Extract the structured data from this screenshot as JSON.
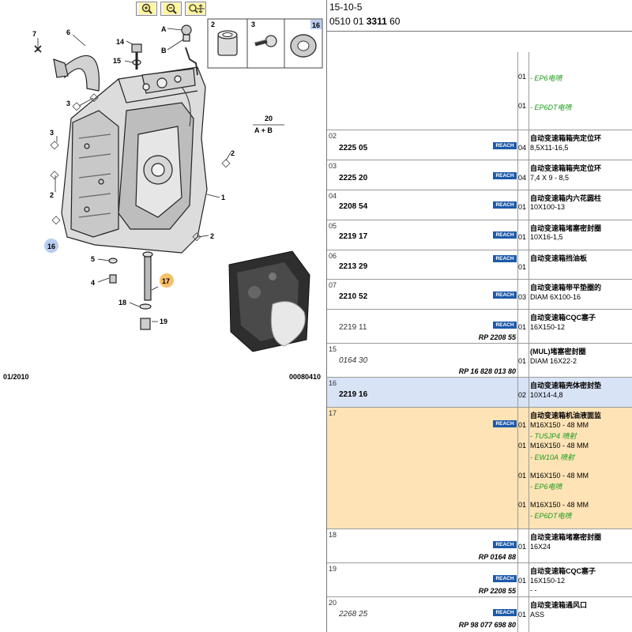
{
  "toolbar": {
    "zoom_in": "zoom-in-icon",
    "zoom_out": "zoom-out-icon",
    "fit": "fit-view-icon"
  },
  "diagram": {
    "callouts": {
      "c7": "7",
      "c6": "6",
      "c14": "14",
      "cA": "A",
      "cB": "B",
      "c15": "15",
      "c3a": "3",
      "c3b": "3",
      "c2a": "2",
      "c2b": "2",
      "c2c": "2",
      "c1": "1",
      "c16": "16",
      "c5": "5",
      "c4": "4",
      "c17": "17",
      "c18": "18",
      "c19": "19",
      "c20": "20",
      "c20sub": "A + B"
    },
    "inset_labels": [
      "2",
      "3",
      "16"
    ],
    "footer_left": "01/2010",
    "footer_right": "00080410"
  },
  "header": {
    "line1": "15-10-5",
    "line2_prefix": "0510 01 ",
    "line2_bold": "3311",
    "line2_suffix": " 60"
  },
  "reach_label": "REACH",
  "rows": [
    {
      "num": "",
      "lines": [
        {
          "qty": "01",
          "text": "- EP6电喷",
          "style": "g"
        },
        {
          "qty": "01",
          "text": "- EP6DT电喷",
          "style": "g"
        }
      ]
    },
    {
      "num": "02",
      "ref": "2225 05",
      "qty": "04",
      "reach": true,
      "title": "自动变速箱箱壳定位环",
      "detail": "8,5X11-16,5"
    },
    {
      "num": "03",
      "ref": "2225 20",
      "qty": "04",
      "reach": true,
      "title": "自动变速箱箱壳定位环",
      "detail": "7,4 X 9 - 8,5"
    },
    {
      "num": "04",
      "ref": "2208 54",
      "qty": "01",
      "reach": true,
      "title": "自动变速箱内六花圆柱",
      "detail": "10X100-13"
    },
    {
      "num": "05",
      "ref": "2219 17",
      "qty": "01",
      "reach": true,
      "title": "自动变速箱堵塞密封圈",
      "detail": "10X16-1,5"
    },
    {
      "num": "06",
      "ref": "2213 29",
      "qty": "01",
      "reach": true,
      "title": "自动变速箱挡油板",
      "detail": ""
    },
    {
      "num": "07",
      "ref": "2210 52",
      "qty": "03",
      "reach": true,
      "title": "自动变速箱带平垫圈的",
      "detail": "DIAM 6X100-16"
    },
    {
      "num": "",
      "ref": "2219 11",
      "qty": "01",
      "reach": true,
      "rp": "RP 2208 55",
      "title": "自动变速箱CQC塞子",
      "detail": "16X150-12"
    },
    {
      "num": "15",
      "ref": "0164 30",
      "qty": "01",
      "reach": false,
      "rp": "RP 16 828 013 80",
      "title": "(MUL)堵塞密封圈",
      "detail": "DIAM 16X22-2"
    },
    {
      "num": "16",
      "ref": "2219 16",
      "qty": "02",
      "reach": true,
      "title": "自动变速箱壳体密封垫",
      "detail": "10X14-4,8"
    },
    {
      "num": "17",
      "reach": true,
      "title": "自动变速箱机油液面监",
      "sub": [
        {
          "qty": "01",
          "text": "M16X150 - 48 MM",
          "note": "- TU5JP4 喷射"
        },
        {
          "qty": "01",
          "text": "M16X150 - 48 MM",
          "note": "- EW10A 喷射"
        },
        {
          "qty": "01",
          "text": "M16X150 - 48 MM",
          "note": "- EP6电喷"
        },
        {
          "qty": "01",
          "text": "M16X150 - 48 MM",
          "note": "- EP6DT电喷"
        }
      ]
    },
    {
      "num": "18",
      "qty": "01",
      "reach": true,
      "rp": "RP 0164 88",
      "title": "自动变速箱堵塞密封圈",
      "detail": "16X24"
    },
    {
      "num": "19",
      "qty": "01",
      "reach": true,
      "rp": "RP 2208 55",
      "title": "自动变速箱CQC塞子",
      "detail": "16X150-12",
      "extra": "- -"
    },
    {
      "num": "20",
      "ref": "2268 25",
      "qty": "01",
      "reach": true,
      "rp": "RP 98 077 698 80",
      "title": "自动变速箱通风口",
      "detail": "ASS"
    }
  ],
  "colors": {
    "highlight_blue": "#d8e3f6",
    "highlight_orange": "#fde3b6",
    "reach_badge": "#1d5aa8",
    "engine_note_green": "#1a9a1a",
    "callout_16": "#b9cdf0",
    "callout_17": "#f7c06a"
  }
}
